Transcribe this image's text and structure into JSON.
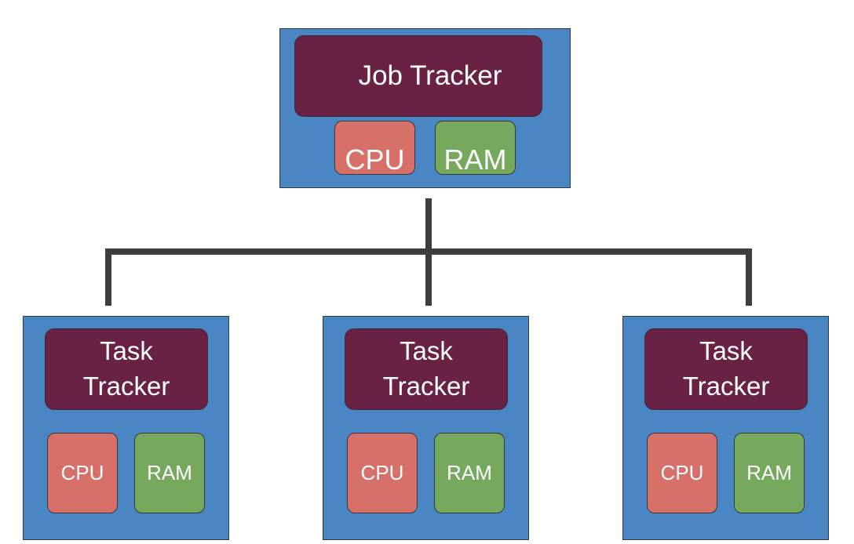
{
  "job_tracker": {
    "label": "Job Tracker",
    "cpu_label": "CPU",
    "ram_label": "RAM"
  },
  "task_trackers": [
    {
      "label": "Task\nTracker",
      "cpu_label": "CPU",
      "ram_label": "RAM"
    },
    {
      "label": "Task\nTracker",
      "cpu_label": "CPU",
      "ram_label": "RAM"
    },
    {
      "label": "Task\nTracker",
      "cpu_label": "CPU",
      "ram_label": "RAM"
    }
  ],
  "colors": {
    "node_fill": "#4a86c4",
    "tracker_fill": "#6a2244",
    "cpu_fill": "#d8706a",
    "ram_fill": "#76a85e",
    "connector": "#3d3d3d"
  }
}
